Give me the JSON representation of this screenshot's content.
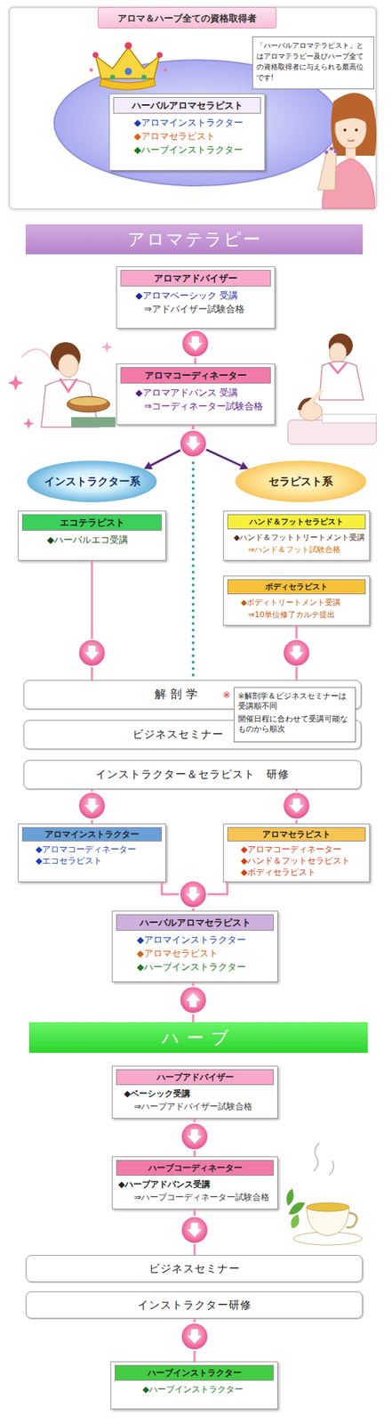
{
  "diagram": {
    "nodes": [
      {
        "text": [
          "アロマ＆ハーブ全ての資格取得者"
        ]
      },
      {
        "text": [
          "「ハーバルアロマテラピスト」とはアロマテラピー及びハーブ全ての資格取得者に与えられる最高位です!"
        ],
        "in": 0
      },
      {
        "text": [
          "ハーバルアロマセラピスト",
          "◆アロマインストラクター",
          "◆アロマセラピスト",
          "◆ハーブインストラクター"
        ],
        "in": 0
      },
      {
        "text": [
          "アロマテラピー"
        ]
      },
      {
        "text": [
          "アロマアドバイザー",
          "◆アロマベーシック 受講",
          "⇒アドバイザー試験合格"
        ]
      },
      {
        "text": [
          "アロマコーディネーター",
          "◆アロマアドバンス 受講",
          "⇒コーディネーター試験合格"
        ]
      },
      {
        "text": [
          "インストラクター系"
        ]
      },
      {
        "text": [
          "セラピスト系"
        ]
      },
      {
        "text": [
          "エコテラピスト",
          "◆ハーバルエコ受講"
        ]
      },
      {
        "text": [
          "ハンド＆フットセラピスト",
          "◆ハンド＆フットトリートメント受講",
          "⇒ハンド＆フット試験合格"
        ]
      },
      {
        "text": [
          "ボディセラピスト",
          "◆ボディトリートメント受講",
          "⇒10単位修了カルテ提出"
        ]
      },
      {
        "text": [
          "解剖学",
          "※"
        ]
      },
      {
        "text": [
          "※解剖学＆ビジネスセミナーは受講順不同",
          "開催日程に合わせて受講可能なものから順次"
        ]
      },
      {
        "text": [
          "ビジネスセミナー",
          "※"
        ]
      },
      {
        "text": [
          "インストラクター＆セラピスト　研修"
        ]
      },
      {
        "text": [
          "アロマインストラクター",
          "◆アロマコーディネーター",
          "◆エコセラピスト"
        ]
      },
      {
        "text": [
          "アロマセラピスト",
          "◆アロマコーディネーター",
          "◆ハンド＆フットセラピスト",
          "◆ボディセラピスト"
        ]
      },
      {
        "text": [
          "ハーバルアロマセラピスト",
          "◆アロマインストラクター",
          "◆アロマセラピスト",
          "◆ハーブインストラクター"
        ]
      },
      {
        "text": [
          "ハーブ"
        ]
      },
      {
        "text": [
          "ハーブアドバイザー",
          "◆ベーシック受講",
          "⇒ハーブアドバイザー試験合格"
        ]
      },
      {
        "text": [
          "ハーブコーディネーター",
          "◆ハーブアドバンス受講",
          "⇒ハーブコーディネーター試験合格"
        ]
      },
      {
        "text": [
          "ビジネスセミナー"
        ]
      },
      {
        "text": [
          "インストラクター研修"
        ]
      },
      {
        "text": [
          "ハーブインストラクター",
          "◆ハーブインストラクター"
        ]
      }
    ],
    "edges": [
      {
        "from": 4,
        "to": 5,
        "arrow": "to"
      },
      {
        "from": 5,
        "to": 6,
        "arrow": "to"
      },
      {
        "from": 5,
        "to": 7,
        "arrow": "to"
      },
      {
        "from": 5,
        "to": 11,
        "arrow": "none"
      },
      {
        "from": 8,
        "to": 11,
        "arrow": "to"
      },
      {
        "from": 10,
        "to": 11,
        "arrow": "to"
      },
      {
        "from": 14,
        "to": 15,
        "arrow": "to"
      },
      {
        "from": 14,
        "to": 16,
        "arrow": "to"
      },
      {
        "from": 15,
        "to": 17,
        "arrow": "to"
      },
      {
        "from": 16,
        "to": 17,
        "arrow": "to"
      },
      {
        "from": 18,
        "to": 17,
        "arrow": "to"
      },
      {
        "from": 19,
        "to": 20,
        "arrow": "to"
      },
      {
        "from": 20,
        "to": 21,
        "arrow": "to"
      },
      {
        "from": 22,
        "to": 23,
        "arrow": "to"
      }
    ]
  }
}
